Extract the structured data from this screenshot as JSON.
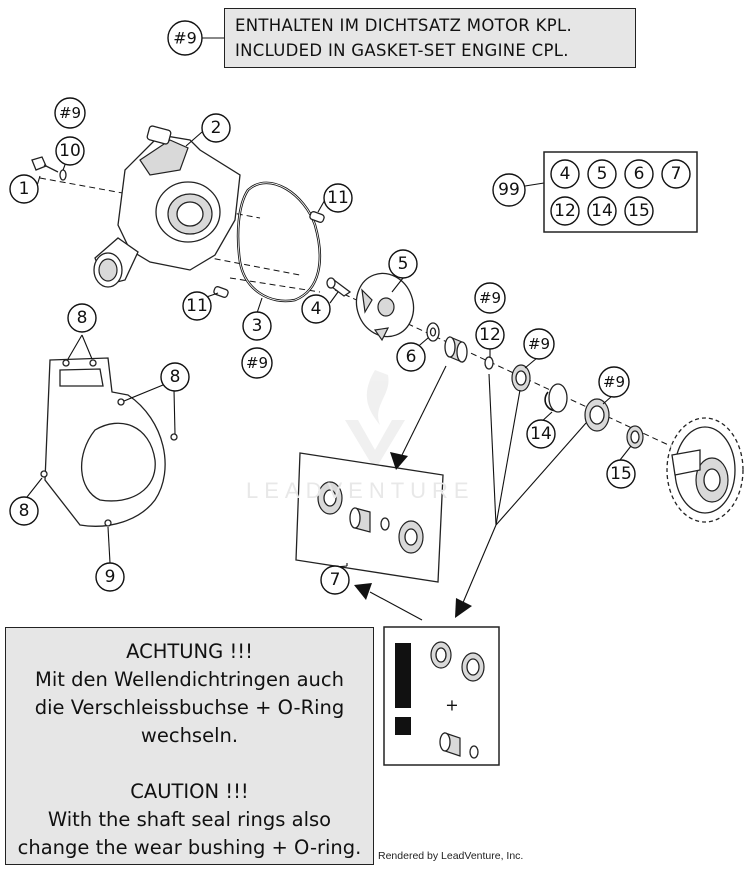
{
  "header_note": {
    "ref": "#9",
    "line_de": "ENTHALTEN IM DICHTSATZ MOTOR KPL.",
    "line_en": "INCLUDED IN GASKET-SET ENGINE CPL."
  },
  "callouts": {
    "c1": "1",
    "c2": "2",
    "c3": "3",
    "c4": "4",
    "c5": "5",
    "c6": "6",
    "c7": "7",
    "c8a": "8",
    "c8b": "8",
    "c8c": "8",
    "c9": "9",
    "c9ref_a": "#9",
    "c9ref_b": "#9",
    "c9ref_c": "#9",
    "c9ref_d": "#9",
    "c9ref_e": "#9",
    "c10": "10",
    "c11a": "11",
    "c11b": "11",
    "c12": "12",
    "c14": "14",
    "c15": "15",
    "c99": "99"
  },
  "kit": {
    "label": "99",
    "items": [
      "4",
      "5",
      "6",
      "7",
      "12",
      "14",
      "15"
    ]
  },
  "warning": {
    "de_title": "ACHTUNG !!!",
    "de_line1": "Mit den Wellendichtringen auch",
    "de_line2": "die Verschleissbuchse + O-Ring",
    "de_line3": "wechseln.",
    "en_title": "CAUTION !!!",
    "en_line1": "With the shaft seal rings also",
    "en_line2": "change the wear bushing + O-ring."
  },
  "warning_icon": {
    "symbol": "!",
    "plus": "+"
  },
  "footer": "Rendered by LeadVenture, Inc.",
  "watermark": "LEADVENTURE",
  "colors": {
    "panel_fill": "#e6e6e6",
    "line": "#111111",
    "background": "#ffffff"
  }
}
